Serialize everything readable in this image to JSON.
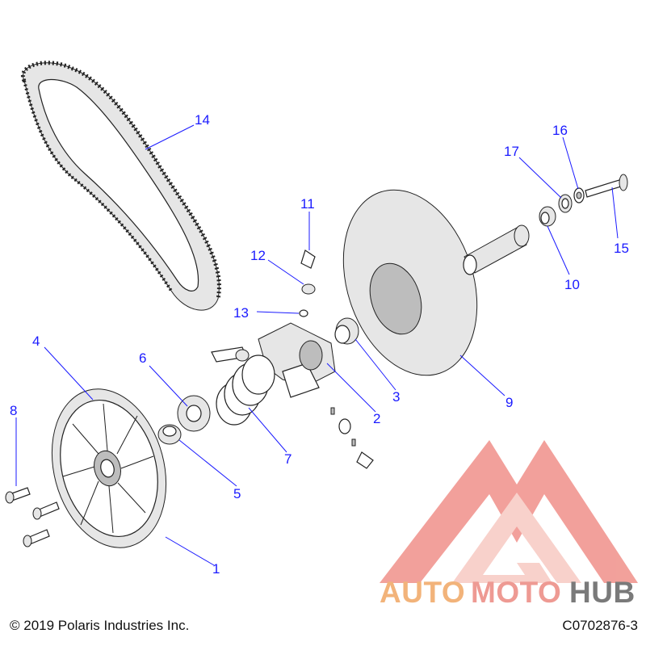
{
  "diagram": {
    "callouts": [
      "1",
      "2",
      "3",
      "4",
      "5",
      "6",
      "7",
      "8",
      "9",
      "10",
      "11",
      "12",
      "13",
      "14",
      "15",
      "16",
      "17"
    ]
  },
  "footer": {
    "copyright": "© 2019 Polaris Industries Inc.",
    "part_code": "C0702876-3"
  },
  "watermark": {
    "brand_part1": "AUTO",
    "brand_part2": "MOTO",
    "brand_part3": "HUB",
    "colors": {
      "auto": "#f2b37a",
      "moto": "#ee9a93",
      "hub": "#7a7a7a",
      "logo": "#f0908a"
    }
  },
  "colors": {
    "callout": "#1a1aff",
    "line": "#222222"
  }
}
